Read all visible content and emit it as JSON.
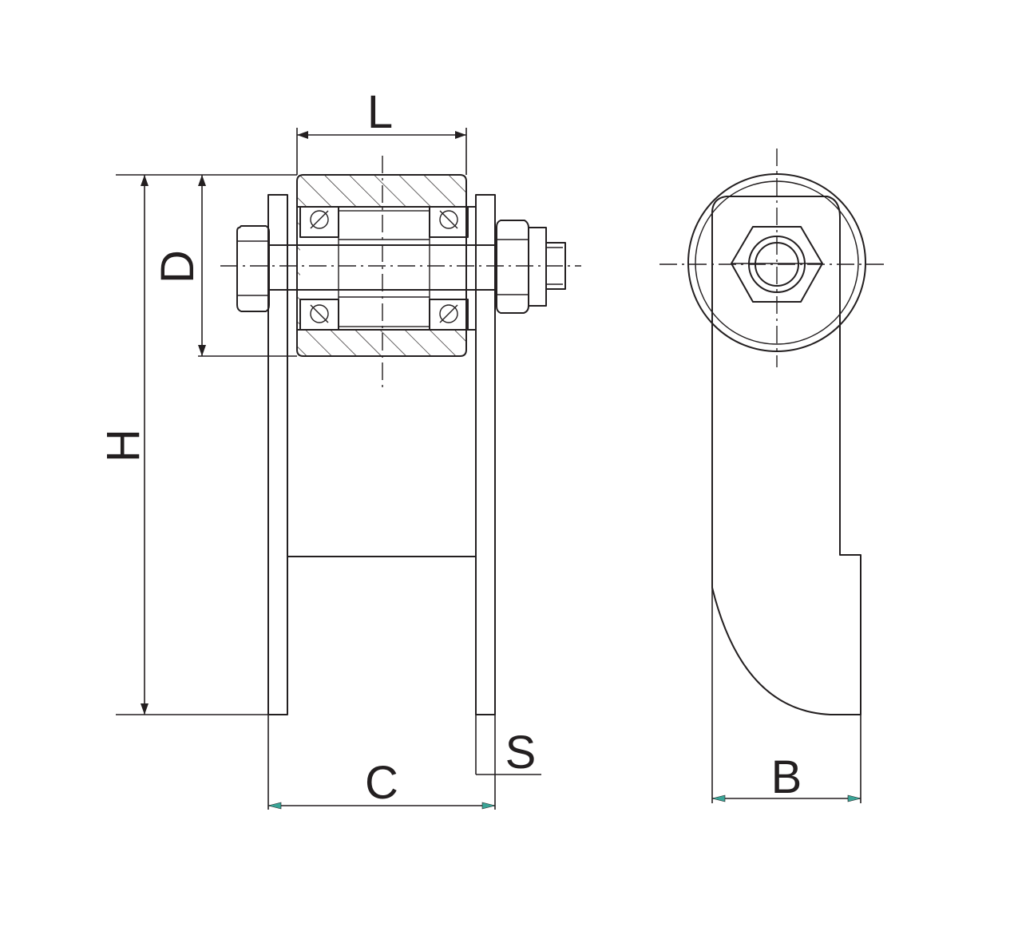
{
  "labels": {
    "length": "L",
    "diameter": "D",
    "height": "H",
    "width_c": "C",
    "thickness": "S",
    "width_b": "B"
  }
}
